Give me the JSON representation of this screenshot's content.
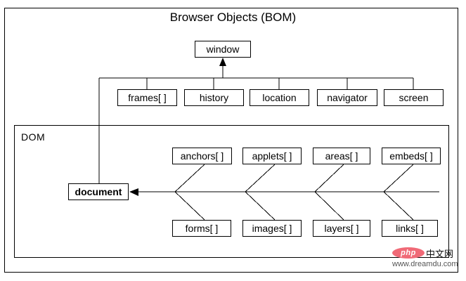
{
  "diagram": {
    "title": "Browser Objects (BOM)",
    "type": "hierarchy-diagram",
    "outer_container_label": "",
    "dom_container_label": "DOM",
    "root_node": {
      "label": "window"
    },
    "bom_nodes": [
      {
        "label": "frames[ ]"
      },
      {
        "label": "history"
      },
      {
        "label": "location"
      },
      {
        "label": "navigator"
      },
      {
        "label": "screen"
      }
    ],
    "document_node": {
      "label": "document"
    },
    "dom_nodes_top": [
      {
        "label": "anchors[ ]"
      },
      {
        "label": "applets[ ]"
      },
      {
        "label": "areas[ ]"
      },
      {
        "label": "embeds[ ]"
      }
    ],
    "dom_nodes_bottom": [
      {
        "label": "forms[ ]"
      },
      {
        "label": "images[ ]"
      },
      {
        "label": "layers[ ]"
      },
      {
        "label": "links[ ]"
      }
    ],
    "colors": {
      "line": "#000000",
      "box_border": "#000000",
      "box_fill": "#ffffff",
      "background": "#ffffff",
      "watermark_badge": "#f06a77"
    }
  },
  "watermark": {
    "badge_text": "php",
    "cn_text": "中文网",
    "url_text": "www.dreamdu.com"
  }
}
